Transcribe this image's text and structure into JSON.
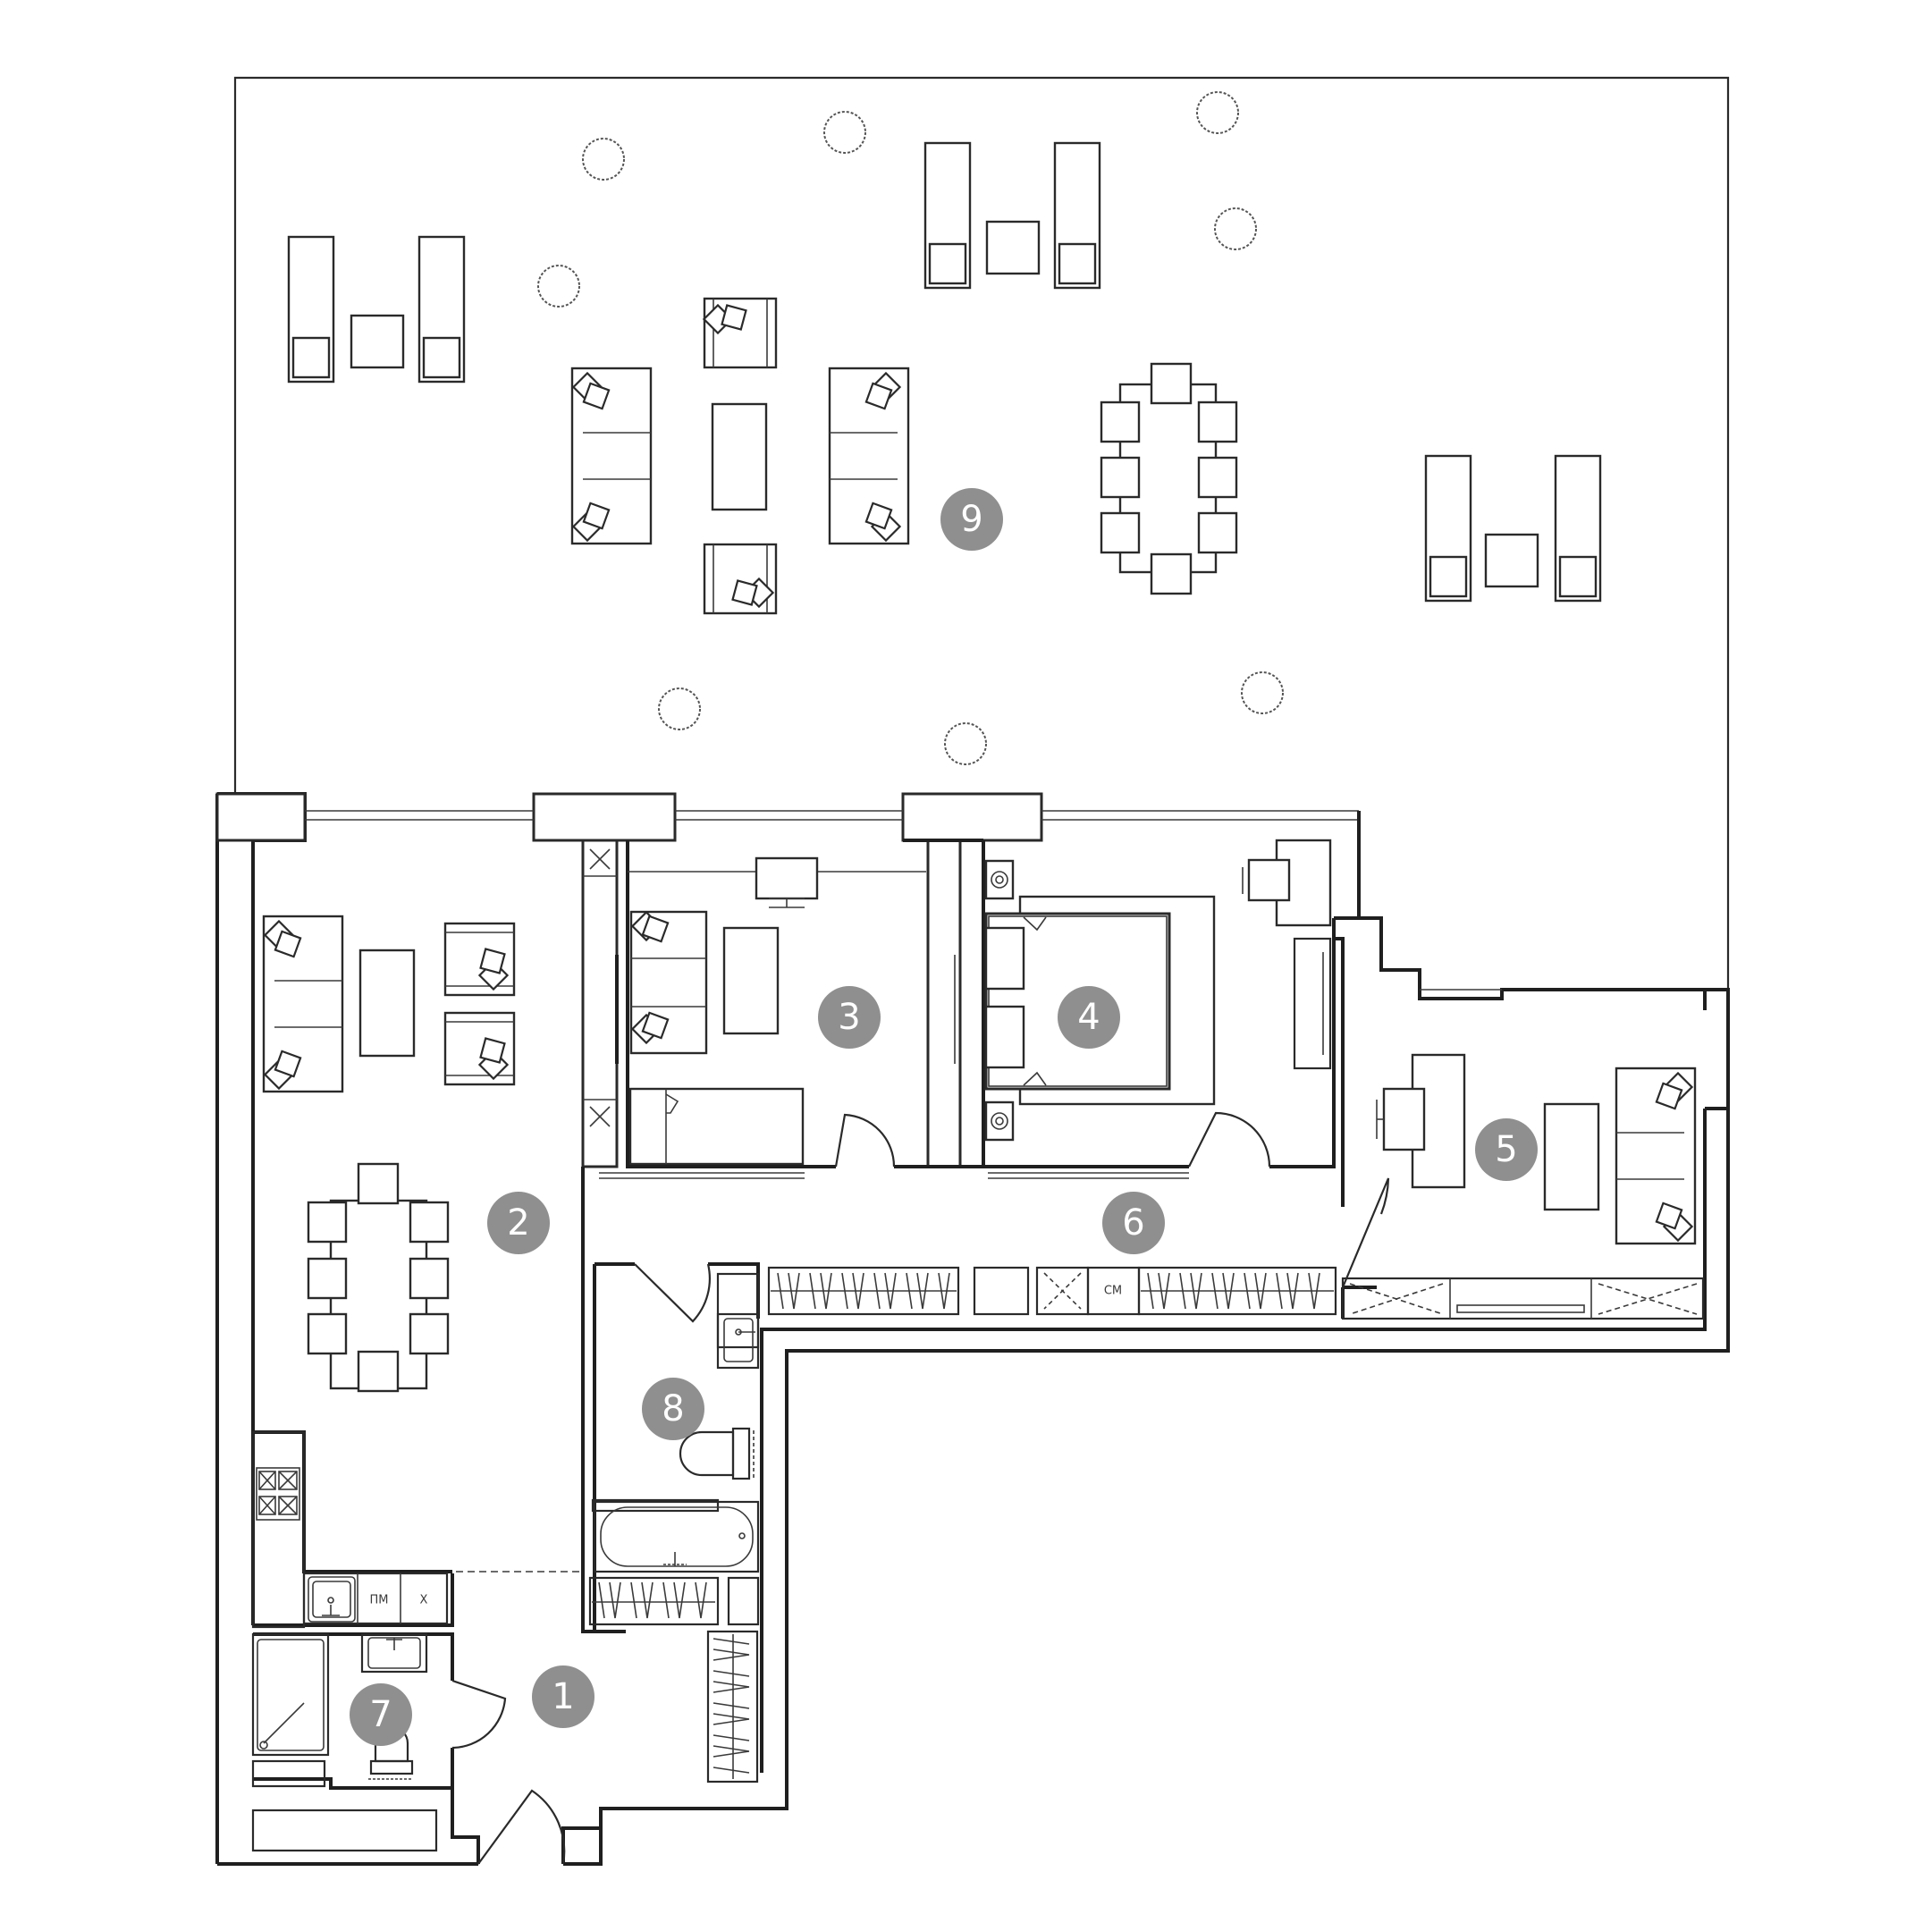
{
  "rooms": [
    {
      "id": 1,
      "label": "1"
    },
    {
      "id": 2,
      "label": "2"
    },
    {
      "id": 3,
      "label": "3"
    },
    {
      "id": 4,
      "label": "4"
    },
    {
      "id": 5,
      "label": "5"
    },
    {
      "id": 6,
      "label": "6"
    },
    {
      "id": 7,
      "label": "7"
    },
    {
      "id": 8,
      "label": "8"
    },
    {
      "id": 9,
      "label": "9"
    }
  ],
  "appliances": {
    "dishwasher": "ПМ",
    "fridge": "Х",
    "washer": "СМ"
  },
  "colors": {
    "wall": "#1f1f1f",
    "badge": "#8f8f8f",
    "badge_text": "#ffffff"
  }
}
